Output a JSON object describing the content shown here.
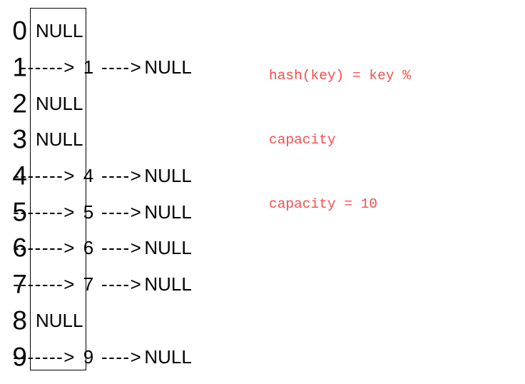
{
  "page": {
    "background": "#ffffff",
    "text_color": "#000000"
  },
  "note": {
    "color": "#f94c4c",
    "lines": [
      "hash(key) = key %",
      "capacity",
      "capacity = 10"
    ]
  },
  "table": {
    "rows": [
      {
        "index": "0",
        "type": "null",
        "label": "NULL"
      },
      {
        "index": "1",
        "type": "chain",
        "arrow1": "------>",
        "value": "1",
        "arrow2": "---->",
        "tail": "NULL"
      },
      {
        "index": "2",
        "type": "null",
        "label": "NULL"
      },
      {
        "index": "3",
        "type": "null",
        "label": "NULL"
      },
      {
        "index": "4",
        "type": "chain",
        "arrow1": "------->",
        "value": "4",
        "arrow2": "---->",
        "tail": "NULL"
      },
      {
        "index": "5",
        "type": "chain",
        "arrow1": "------->",
        "value": "5",
        "arrow2": "---->",
        "tail": "NULL"
      },
      {
        "index": "6",
        "type": "chain",
        "arrow1": "------->",
        "value": "6",
        "arrow2": "---->",
        "tail": "NULL"
      },
      {
        "index": "7",
        "type": "chain",
        "arrow1": "------->",
        "value": "7",
        "arrow2": "---->",
        "tail": "NULL"
      },
      {
        "index": "8",
        "type": "null",
        "label": "NULL"
      },
      {
        "index": "9",
        "type": "chain",
        "arrow1": "------->",
        "value": "9",
        "arrow2": "---->",
        "tail": "NULL"
      }
    ]
  }
}
